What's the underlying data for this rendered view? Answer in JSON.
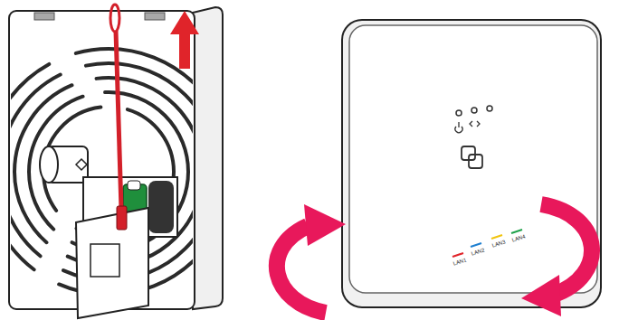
{
  "diagram": {
    "labels": [
      "LAN1",
      "LAN2",
      "LAN3",
      "LAN4"
    ]
  }
}
